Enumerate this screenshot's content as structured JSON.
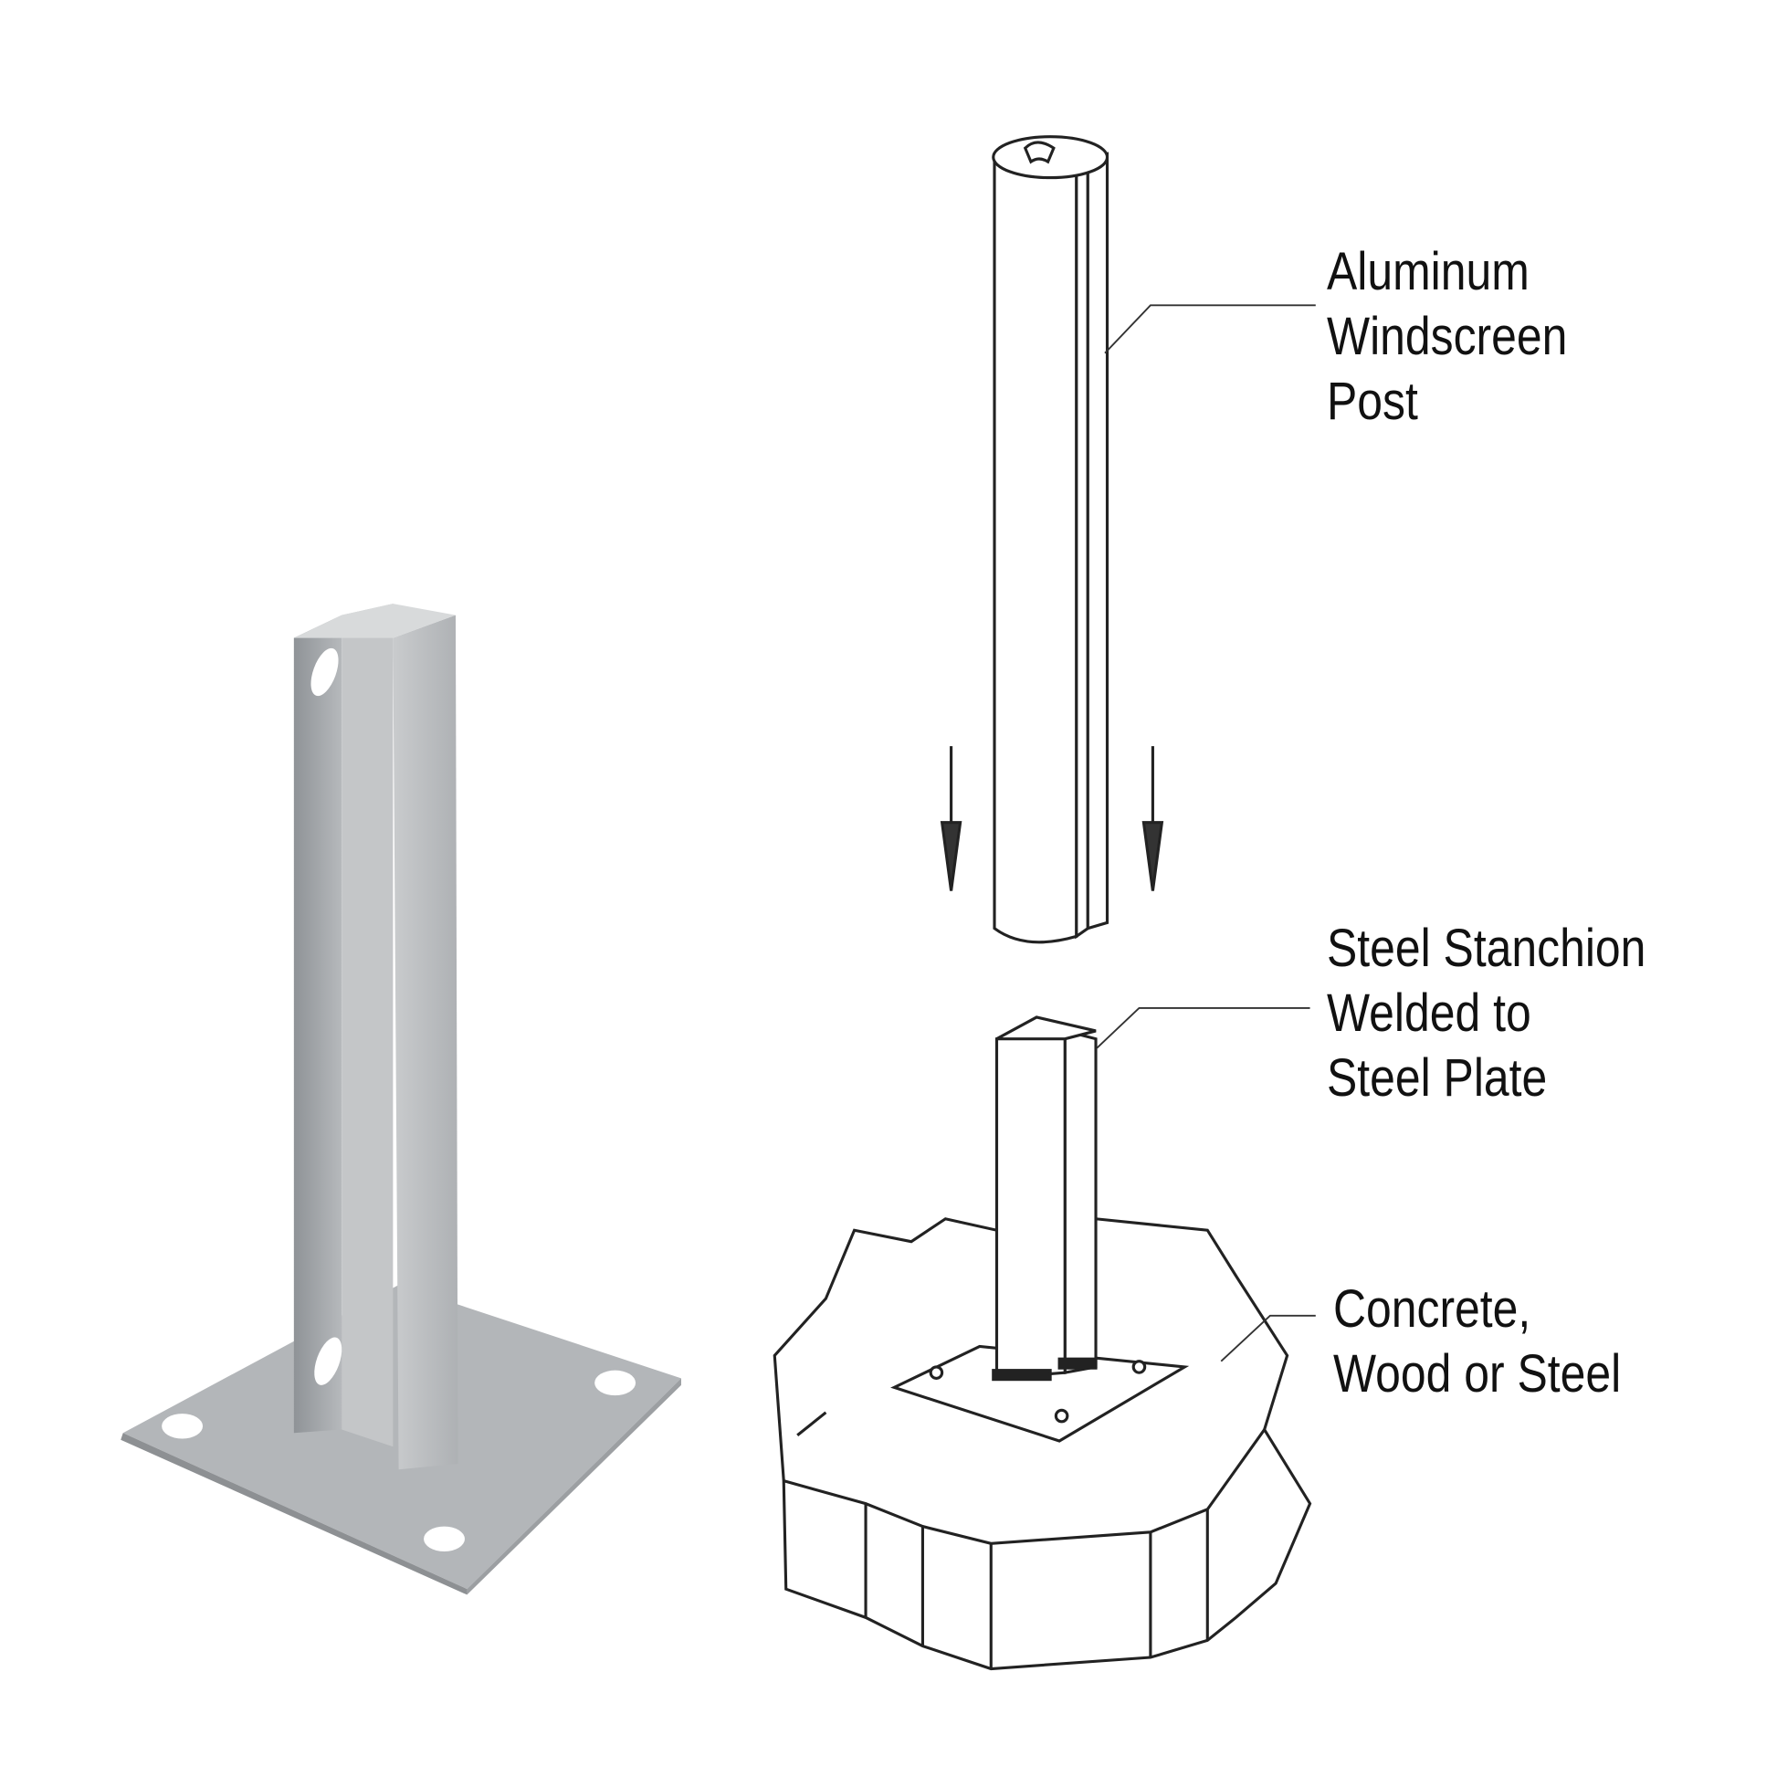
{
  "labels": {
    "post": [
      "Aluminum",
      "Windscreen",
      "Post"
    ],
    "stanchion": [
      "Steel Stanchion",
      "Welded to",
      "Steel Plate"
    ],
    "base": [
      "Concrete,",
      "Wood or Steel"
    ]
  },
  "colors": {
    "product_gray": "#b9bcbf",
    "line": "#222222"
  }
}
